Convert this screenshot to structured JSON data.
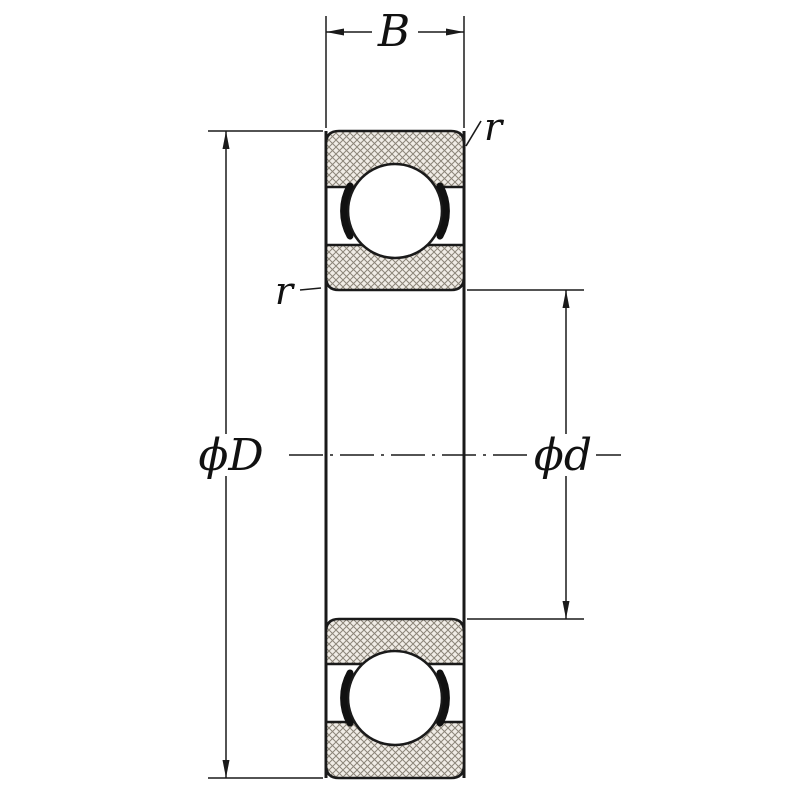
{
  "drawing": {
    "dimension_labels": {
      "width": "B",
      "outer_diameter": "ϕD",
      "bore_diameter": "ϕd",
      "chamfer_top_right": "r",
      "chamfer_left": "r"
    },
    "colors": {
      "line": "#1a1a1a",
      "hatch_fill": "#f0ece6",
      "hatch_line": "#8b8478",
      "background": "#ffffff"
    }
  }
}
